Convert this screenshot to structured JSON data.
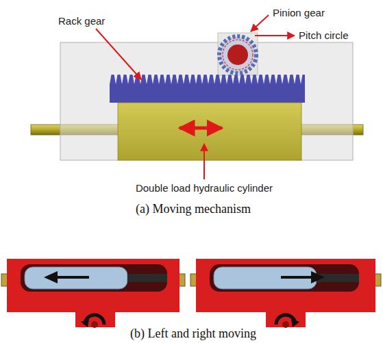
{
  "diagram": {
    "labels": [
      "Rack gear",
      "Pinion gear",
      "Pitch circle",
      "Double load hydraulic cylinder",
      "(a) Moving mechanism",
      "(b) Left and right moving"
    ]
  }
}
